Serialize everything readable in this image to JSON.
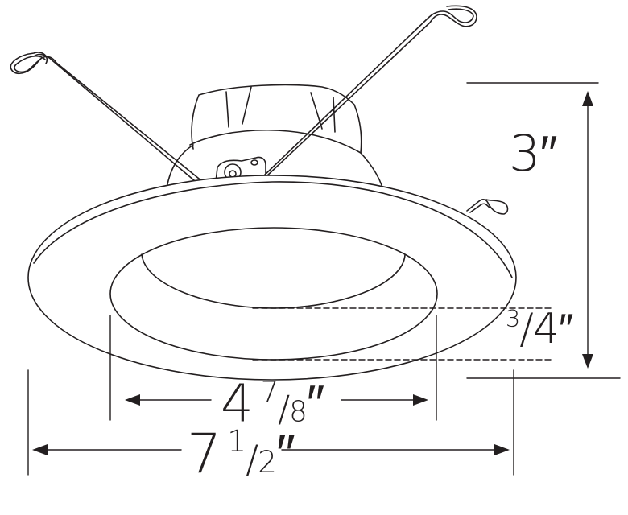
{
  "diagram": {
    "subject": "recessed LED downlight retrofit with torsion spring clips",
    "stroke_color": "#231f20",
    "background_color": "#ffffff",
    "dimensions": {
      "height": {
        "whole": "3",
        "num": "",
        "den": "",
        "unit": "″",
        "label": "3″"
      },
      "trim_depth": {
        "whole": "",
        "num": "3",
        "den": "4",
        "unit": "″",
        "label": "3/4″"
      },
      "aperture_diameter": {
        "whole": "4",
        "num": "7",
        "den": "8",
        "unit": "″",
        "label": "4 7/8″"
      },
      "overall_diameter": {
        "whole": "7",
        "num": "1",
        "den": "2",
        "unit": "″",
        "label": "7 1/2″"
      }
    },
    "components": [
      "housing",
      "trim-flange",
      "aperture",
      "reflector",
      "torsion-spring-clip-left",
      "torsion-spring-clip-right",
      "rear-spring-clip",
      "mounting-bracket"
    ]
  }
}
